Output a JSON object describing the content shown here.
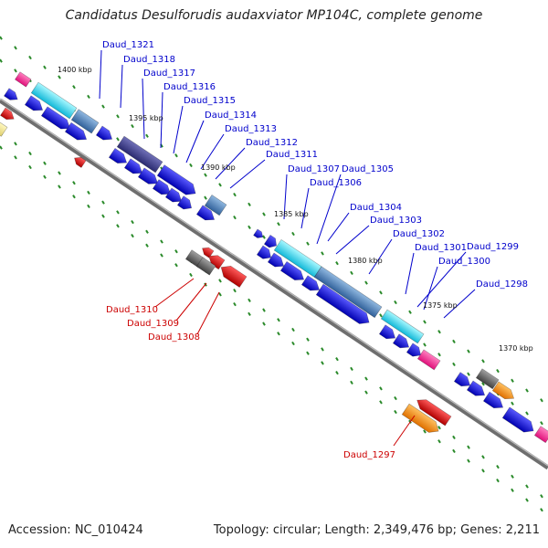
{
  "title": "Candidatus Desulforudis audaxviator MP104C, complete genome",
  "footer": {
    "accession": "Accession: NC_010424",
    "summary": "Topology: circular; Length: 2,349,476 bp; Genes: 2,211"
  },
  "colors": {
    "forward_gene": "#1010e0",
    "reverse_gene": "#e01010",
    "backbone": "#7a7a7a",
    "tick": "#2a8a2a",
    "label_forward": "#0000cc",
    "label_reverse": "#cc0000"
  },
  "scale_labels": [
    "1400 kbp",
    "1395 kbp",
    "1390 kbp",
    "1385 kbp",
    "1380 kbp",
    "1375 kbp",
    "1370 kbp"
  ],
  "gene_labels_forward": [
    "Daud_1321",
    "Daud_1318",
    "Daud_1317",
    "Daud_1316",
    "Daud_1315",
    "Daud_1314",
    "Daud_1313",
    "Daud_1312",
    "Daud_1311",
    "Daud_1307",
    "Daud_1305",
    "Daud_1306",
    "Daud_1304",
    "Daud_1303",
    "Daud_1302",
    "Daud_1301",
    "Daud_1299",
    "Daud_1300",
    "Daud_1298"
  ],
  "gene_labels_reverse": [
    "Daud_1310",
    "Daud_1309",
    "Daud_1308",
    "Daud_1297"
  ]
}
